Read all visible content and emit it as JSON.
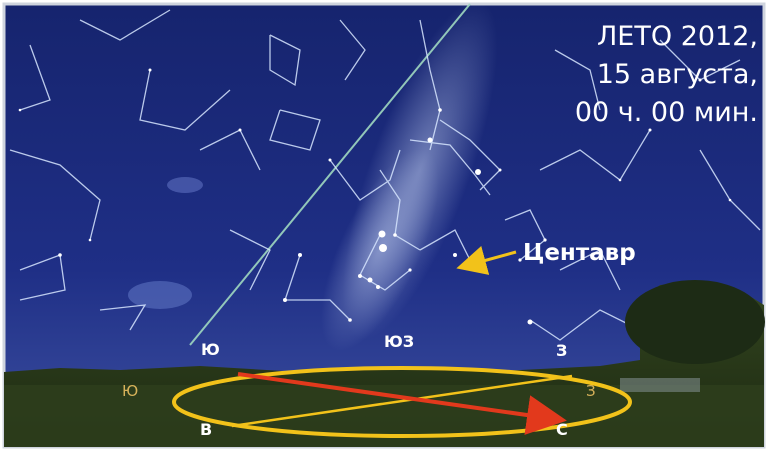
{
  "caption": {
    "line1": "ЛЕТО 2012,",
    "line2": "15 августа,",
    "line3": "00 ч. 00 мин."
  },
  "labels": {
    "centaurus": "Центавр"
  },
  "directions": {
    "south_top": "Ю",
    "southwest": "ЮЗ",
    "west_top": "З",
    "south_horizon": "Ю",
    "west_horizon": "З",
    "east": "В",
    "north": "С"
  },
  "colors": {
    "sky": "#1f2f86",
    "ground": "#25351b",
    "ellipse": "#f2c21a",
    "arrow": "#e2391c",
    "pointer": "#f2c21a"
  }
}
